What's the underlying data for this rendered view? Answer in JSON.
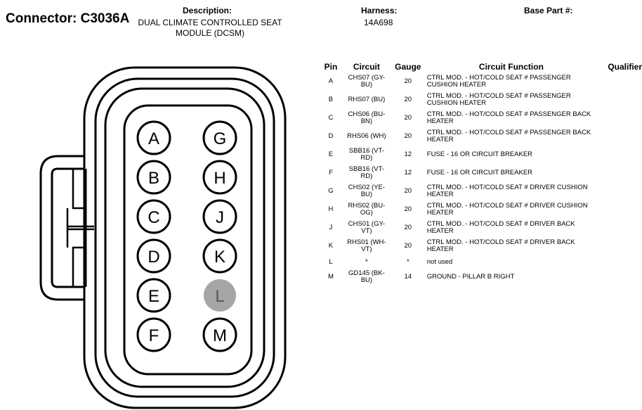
{
  "header": {
    "connector_label": "Connector: C3036A",
    "description_label": "Description:",
    "description_value": "DUAL CLIMATE CONTROLLED SEAT MODULE (DCSM)",
    "harness_label": "Harness:",
    "harness_value": "14A698",
    "base_part_label": "Base Part #:"
  },
  "connector_face": {
    "pins_left": [
      "A",
      "B",
      "C",
      "D",
      "E",
      "F"
    ],
    "pins_right": [
      "G",
      "H",
      "J",
      "K",
      "L",
      "M"
    ],
    "unused_pin": "L",
    "unused_fill": "#a6a6a6"
  },
  "table": {
    "headers": {
      "pin": "Pin",
      "circuit": "Circuit",
      "gauge": "Gauge",
      "function": "Circuit Function",
      "qualifier": "Qualifier"
    },
    "rows": [
      {
        "pin": "A",
        "circuit": "CHS07 (GY-BU)",
        "gauge": "20",
        "function": "CTRL MOD. - HOT/COLD SEAT # PASSENGER CUSHION HEATER",
        "qualifier": ""
      },
      {
        "pin": "B",
        "circuit": "RHS07 (BU)",
        "gauge": "20",
        "function": "CTRL MOD. - HOT/COLD SEAT # PASSENGER CUSHION HEATER",
        "qualifier": ""
      },
      {
        "pin": "C",
        "circuit": "CHS06 (BU-BN)",
        "gauge": "20",
        "function": "CTRL MOD. - HOT/COLD SEAT # PASSENGER BACK HEATER",
        "qualifier": ""
      },
      {
        "pin": "D",
        "circuit": "RHS06 (WH)",
        "gauge": "20",
        "function": "CTRL MOD. - HOT/COLD SEAT # PASSENGER BACK HEATER",
        "qualifier": ""
      },
      {
        "pin": "E",
        "circuit": "SBB16 (VT-RD)",
        "gauge": "12",
        "function": "FUSE - 16 OR CIRCUIT BREAKER",
        "qualifier": ""
      },
      {
        "pin": "F",
        "circuit": "SBB16 (VT-RD)",
        "gauge": "12",
        "function": "FUSE - 16 OR CIRCUIT BREAKER",
        "qualifier": ""
      },
      {
        "pin": "G",
        "circuit": "CHS02 (YE-BU)",
        "gauge": "20",
        "function": "CTRL MOD. - HOT/COLD SEAT # DRIVER CUSHION HEATER",
        "qualifier": ""
      },
      {
        "pin": "H",
        "circuit": "RHS02 (BU-OG)",
        "gauge": "20",
        "function": "CTRL MOD. - HOT/COLD SEAT # DRIVER CUSHION HEATER",
        "qualifier": ""
      },
      {
        "pin": "J",
        "circuit": "CHS01 (GY-VT)",
        "gauge": "20",
        "function": "CTRL MOD. - HOT/COLD SEAT # DRIVER BACK HEATER",
        "qualifier": ""
      },
      {
        "pin": "K",
        "circuit": "RHS01 (WH-VT)",
        "gauge": "20",
        "function": "CTRL MOD. - HOT/COLD SEAT # DRIVER BACK HEATER",
        "qualifier": ""
      },
      {
        "pin": "L",
        "circuit": "*",
        "gauge": "*",
        "function": "not used",
        "qualifier": ""
      },
      {
        "pin": "M",
        "circuit": "GD145 (BK-BU)",
        "gauge": "14",
        "function": "GROUND - PILLAR B RIGHT",
        "qualifier": ""
      }
    ]
  }
}
